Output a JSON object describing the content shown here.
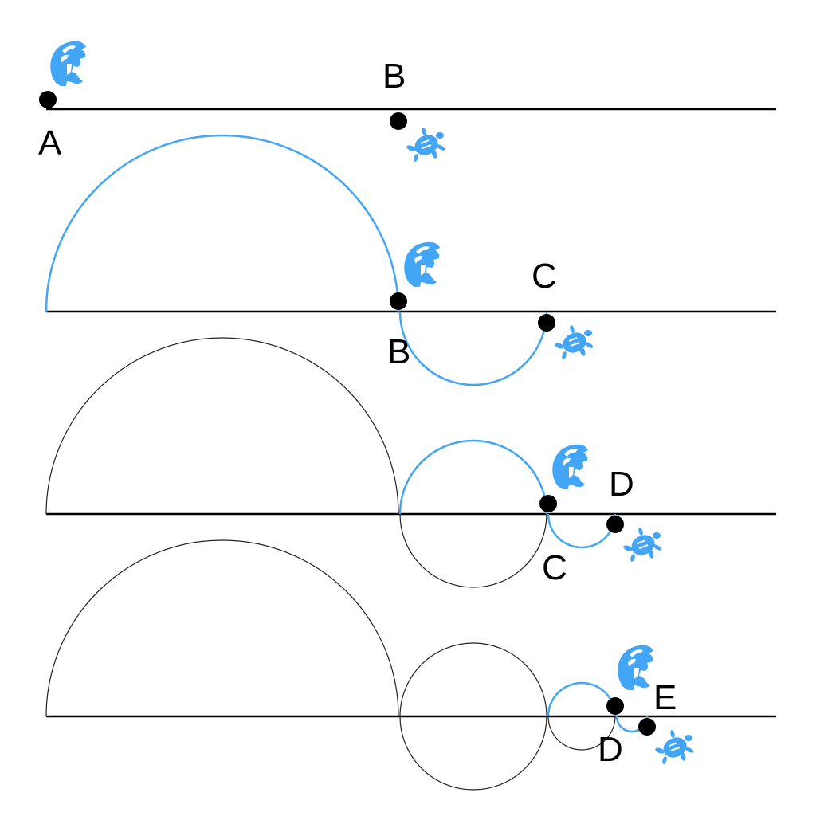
{
  "colors": {
    "accent": "#42a5f5",
    "line": "#000000",
    "previous_arc": "#222222"
  },
  "icons": {
    "runner": "spartan-helmet-icon",
    "tortoise": "turtle-icon"
  },
  "rows": [
    {
      "labels": {
        "runner_point": "A",
        "tortoise_point": "B"
      }
    },
    {
      "labels": {
        "runner_point": "B",
        "tortoise_point": "C"
      }
    },
    {
      "labels": {
        "runner_point": "C",
        "tortoise_point": "D"
      }
    },
    {
      "labels": {
        "runner_point": "D",
        "tortoise_point": "E"
      }
    }
  ]
}
